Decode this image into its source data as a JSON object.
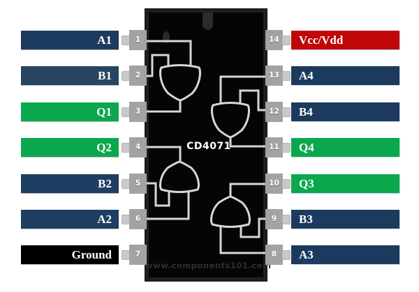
{
  "chip": {
    "name": "CD4071",
    "watermark": "www.components101.com",
    "body_color": "#050505",
    "border_color": "#1f1f1f"
  },
  "colors": {
    "wire": "#d6d6d6",
    "tab": "#a3a3a3",
    "connector": "#c9c9c9",
    "navy_input": "#1c3a5e",
    "green_output": "#0aa84d",
    "red_power": "#c00607",
    "black_ground": "#000000"
  },
  "pins": {
    "left": [
      {
        "number": "1",
        "label": "A1",
        "color": "#1c3a5e"
      },
      {
        "number": "2",
        "label": "B1",
        "color": "#274560"
      },
      {
        "number": "3",
        "label": "Q1",
        "color": "#0aa84d"
      },
      {
        "number": "4",
        "label": "Q2",
        "color": "#0aa84d"
      },
      {
        "number": "5",
        "label": "B2",
        "color": "#1e3e62"
      },
      {
        "number": "6",
        "label": "A2",
        "color": "#1e3e62"
      },
      {
        "number": "7",
        "label": "Ground",
        "color": "#000000"
      }
    ],
    "right": [
      {
        "number": "14",
        "label": "Vcc/Vdd",
        "color": "#c00607"
      },
      {
        "number": "13",
        "label": "A4",
        "color": "#1c3a5e"
      },
      {
        "number": "12",
        "label": "B4",
        "color": "#1c3a5e"
      },
      {
        "number": "11",
        "label": "Q4",
        "color": "#0aa84d"
      },
      {
        "number": "10",
        "label": "Q3",
        "color": "#0aa84d"
      },
      {
        "number": "9",
        "label": "B3",
        "color": "#1c3a5e"
      },
      {
        "number": "8",
        "label": "A3",
        "color": "#1c3a5e"
      }
    ]
  }
}
